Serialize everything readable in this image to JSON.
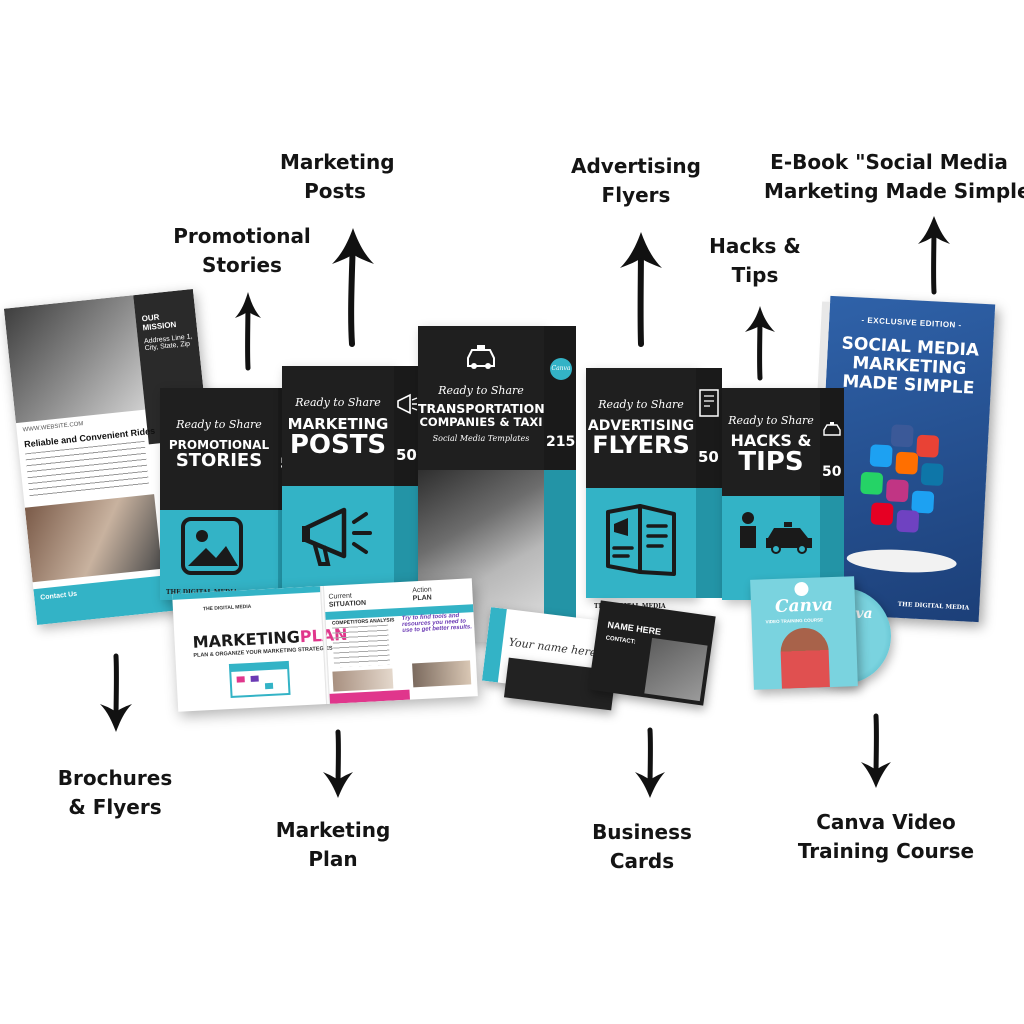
{
  "callouts": {
    "promotional_stories": [
      "Promotional",
      "Stories"
    ],
    "marketing_posts": [
      "Marketing",
      "Posts"
    ],
    "advertising_flyers": [
      "Advertising",
      "Flyers"
    ],
    "hacks_tips": [
      "Hacks &",
      "Tips"
    ],
    "ebook": [
      "E-Book \"Social Media",
      "Marketing Made Simple\""
    ],
    "brochures": [
      "Brochures",
      "& Flyers"
    ],
    "marketing_plan": [
      "Marketing",
      "Plan"
    ],
    "business_cards": [
      "Business",
      "Cards"
    ],
    "canva_course": [
      "Canva Video",
      "Training Course"
    ]
  },
  "boxes": {
    "ready_text": "Ready to Share",
    "promotional": {
      "title": [
        "PROMOTIONAL",
        "STORIES"
      ],
      "count": "50"
    },
    "posts": {
      "title": [
        "MARKETING",
        "POSTS"
      ],
      "count": "50"
    },
    "main": {
      "title": [
        "TRANSPORTATION",
        "COMPANIES & TAXI"
      ],
      "subtitle": "Social Media Templates",
      "count": "215",
      "badge": "Canva"
    },
    "flyers": {
      "title": [
        "ADVERTISING",
        "FLYERS"
      ],
      "count": "50"
    },
    "hacks": {
      "title": [
        "HACKS &",
        "TIPS"
      ],
      "count": "50"
    },
    "publisher": "THE DIGITAL MEDIA"
  },
  "brochure": {
    "site": "WWW.WEBSITE.COM",
    "headline": "Reliable and Convenient Rides",
    "mission": "OUR MISSION",
    "address": "Address Line 1, City, State, Zip",
    "contact": "Contact Us"
  },
  "ebook": {
    "edition": "- EXCLUSIVE EDITION -",
    "title": [
      "SOCIAL MEDIA",
      "MARKETING",
      "MADE SIMPLE"
    ]
  },
  "plan": {
    "title_a": "MARKETING",
    "title_b": "PLAN",
    "subtitle": "PLAN & ORGANIZE YOUR MARKETING STRATEGIES",
    "current": [
      "Current",
      "SITUATION"
    ],
    "action": [
      "Action",
      "PLAN"
    ],
    "competitors": "COMPETITORS ANALYSIS",
    "quote": "Try to find tools and resources you need to use to get better results."
  },
  "cards": {
    "name_script": "Your name here",
    "name_caps": "NAME HERE",
    "contact": "CONTACT:"
  },
  "canva": {
    "logo": "Canva",
    "caption": "VIDEO TRAINING COURSE"
  },
  "colors": {
    "teal": "#33b3c6",
    "dark": "#1f1f1f",
    "pink": "#e0368c",
    "purple": "#6b3ab4"
  }
}
